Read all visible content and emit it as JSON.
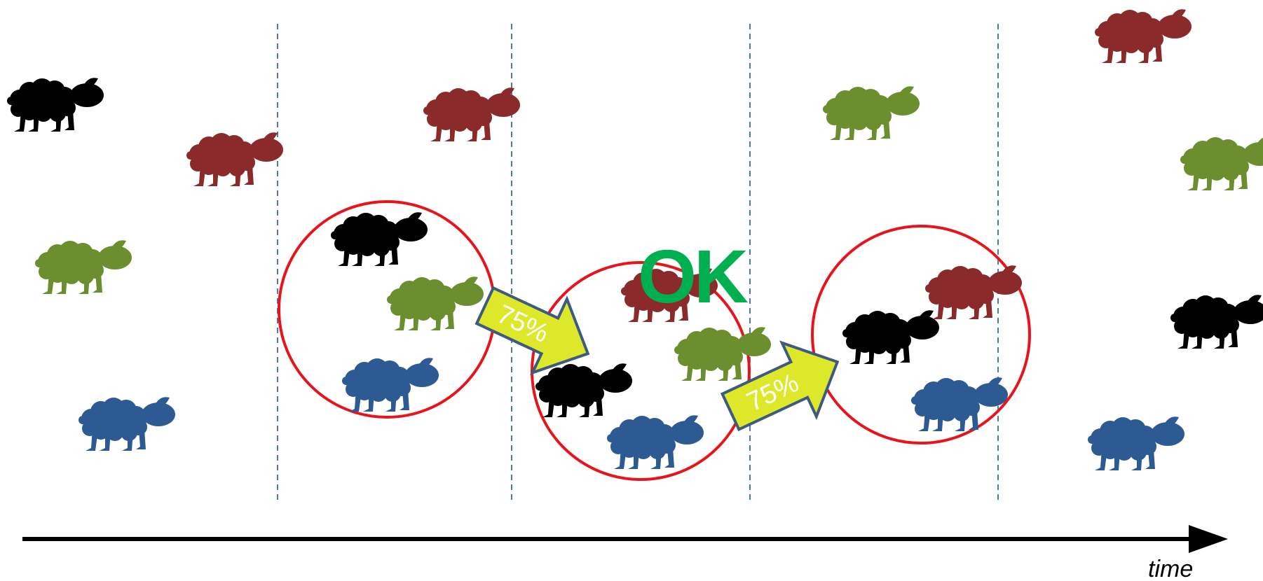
{
  "colors": {
    "black": "#000000",
    "red": "#8b2a2a",
    "green": "#6b8e2f",
    "blue": "#2d5a93",
    "circle": "#e8141b",
    "arrow_fill": "#dde82a",
    "arrow_stroke": "#3d5a80",
    "ok": "#00b050",
    "divider": "#4a78b8"
  },
  "labels": {
    "ok": "OK",
    "transition_1": "75%",
    "transition_2": "75%",
    "time_axis": "time"
  },
  "icon_names": {
    "sheep": "sheep-icon",
    "arrow": "arrow-icon"
  },
  "groups": [
    {
      "id": "column-1",
      "sheep": [
        "black",
        "red",
        "green",
        "blue"
      ]
    },
    {
      "id": "circle-1",
      "sheep": [
        "black",
        "green",
        "blue"
      ]
    },
    {
      "id": "column-2-extra",
      "sheep": [
        "red"
      ]
    },
    {
      "id": "circle-2",
      "sheep": [
        "red",
        "green",
        "black",
        "blue"
      ]
    },
    {
      "id": "column-4-extra",
      "sheep": [
        "green"
      ]
    },
    {
      "id": "circle-3",
      "sheep": [
        "black",
        "red",
        "blue"
      ]
    },
    {
      "id": "column-6",
      "sheep": [
        "red",
        "green",
        "black",
        "blue"
      ]
    }
  ]
}
